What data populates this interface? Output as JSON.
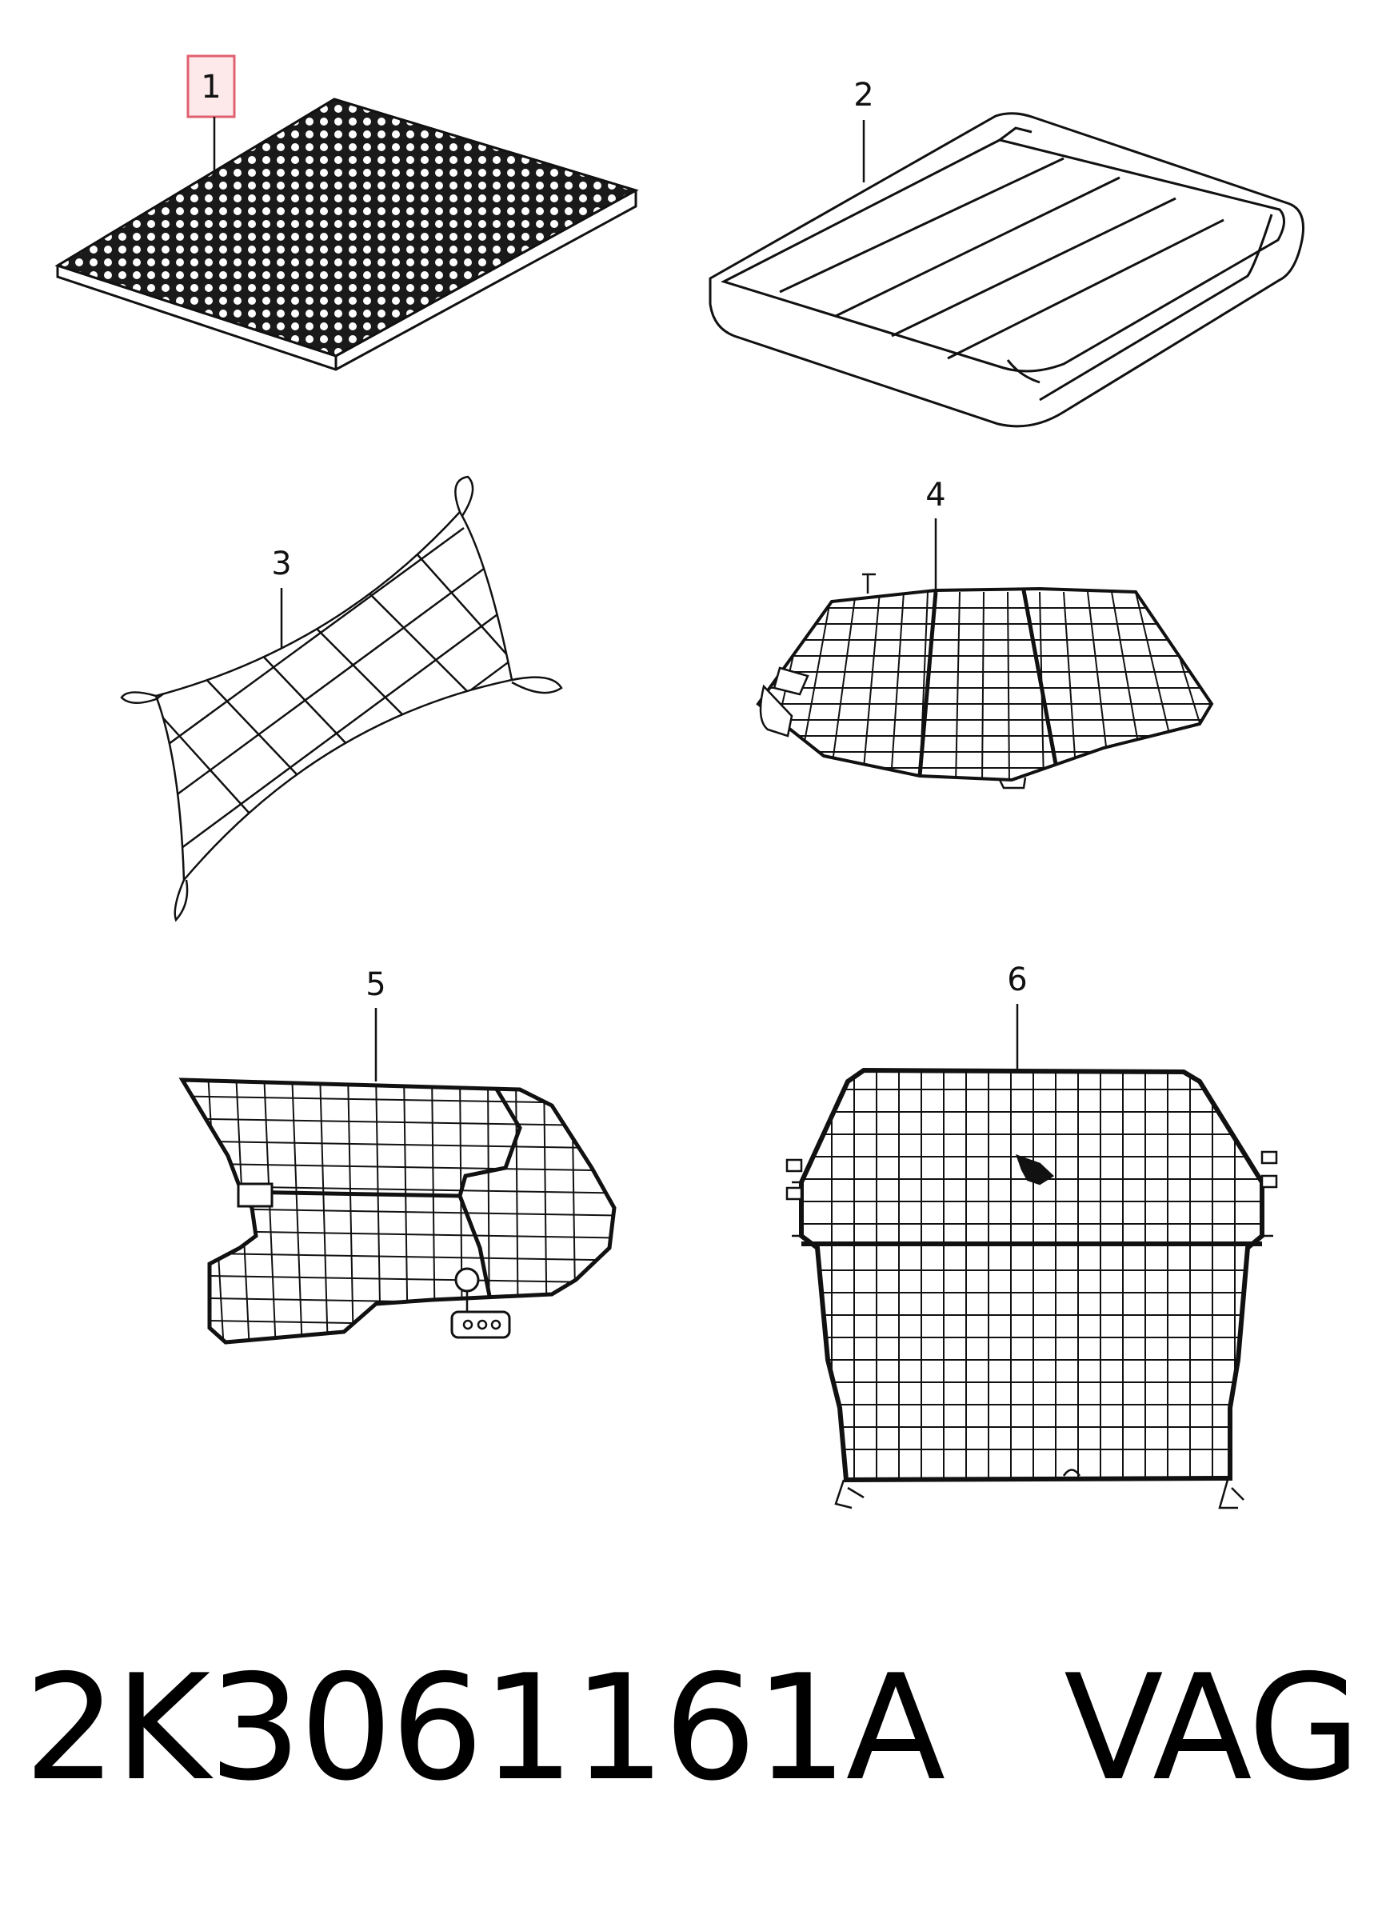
{
  "diagram": {
    "parts": [
      {
        "number": "1",
        "highlighted": true
      },
      {
        "number": "2",
        "highlighted": false
      },
      {
        "number": "3",
        "highlighted": false
      },
      {
        "number": "4",
        "highlighted": false
      },
      {
        "number": "5",
        "highlighted": false
      },
      {
        "number": "6",
        "highlighted": false
      }
    ],
    "highlight_color": "#e06070",
    "line_color": "#111111"
  },
  "caption": {
    "part_number": "2K3061161A",
    "manufacturer": "VAG"
  }
}
